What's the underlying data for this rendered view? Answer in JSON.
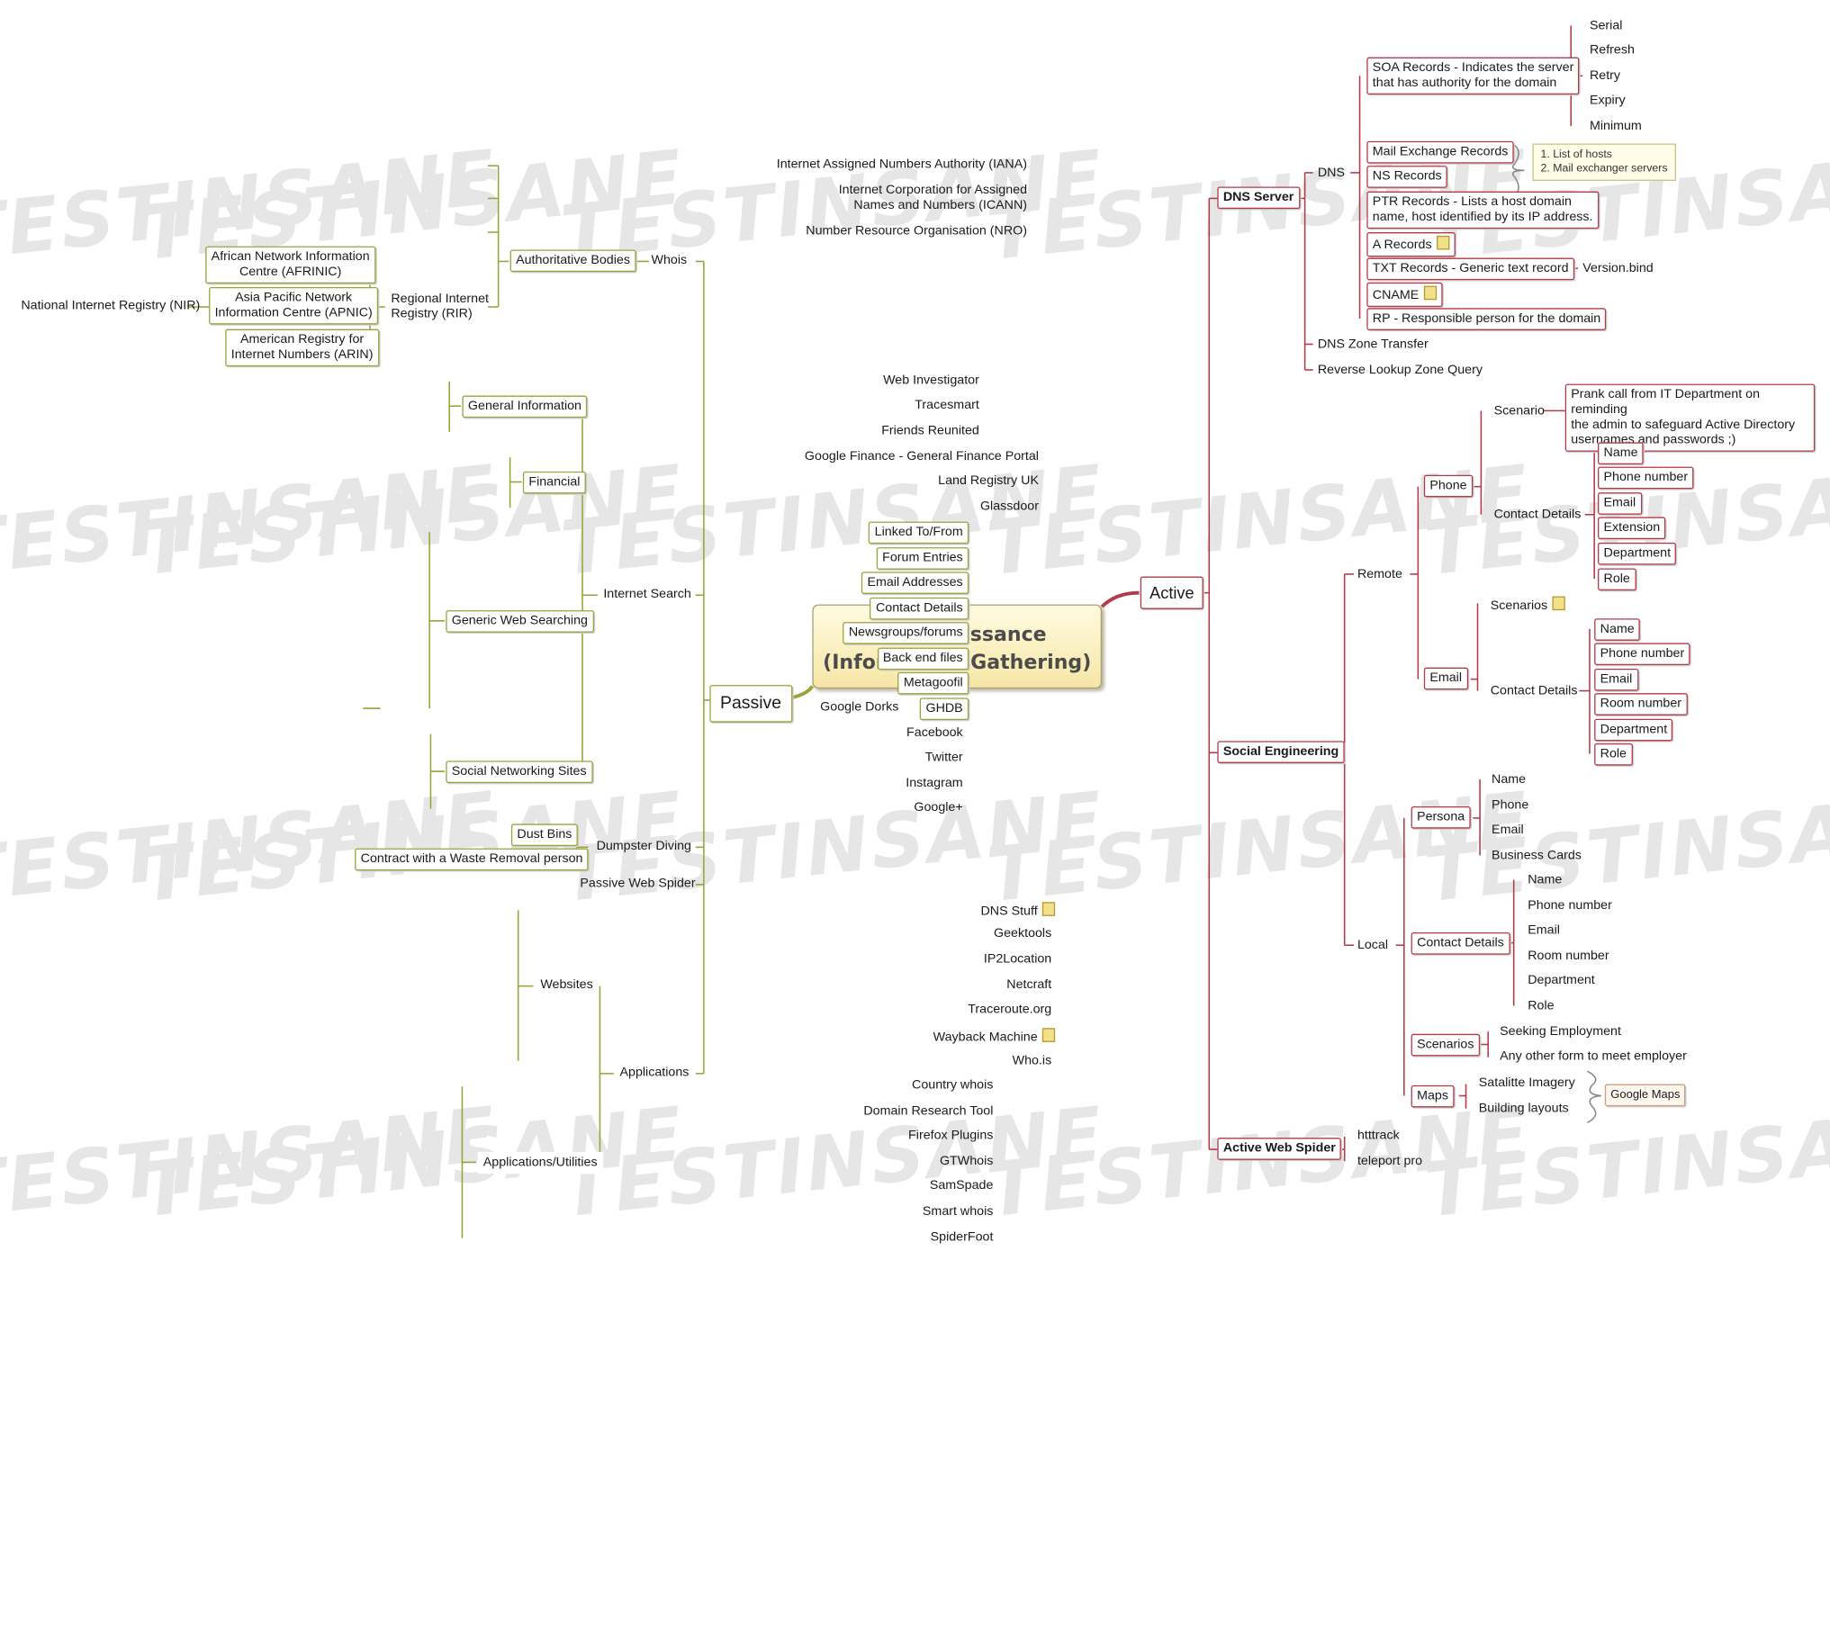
{
  "central": {
    "line1": "Reconnaissance",
    "line2": "(Information Gathering)"
  },
  "watermark": "TESTINSANE",
  "colors": {
    "passive": "#9aa23a",
    "active": "#b23a48"
  },
  "passive": {
    "label": "Passive",
    "whois": {
      "label": "Whois",
      "authoritative": "Authoritative Bodies",
      "iana": "Internet Assigned Numbers Authority (IANA)",
      "icann1": "Internet Corporation for Assigned",
      "icann2": "Names and Numbers (ICANN)",
      "nro": "Number Resource Organisation (NRO)",
      "rir1": "Regional Internet",
      "rir2": "Registry (RIR)",
      "afrinic1": "African Network Information",
      "afrinic2": "Centre (AFRINIC)",
      "apnic1": "Asia Pacific Network",
      "apnic2": "Information Centre (APNIC)",
      "arin1": "American Registry for",
      "arin2": "Internet Numbers (ARIN)",
      "nir": "National Internet Registry (NIR)"
    },
    "internet_search": {
      "label": "Internet Search",
      "general": "General Information",
      "web_investigator": "Web Investigator",
      "tracesmart": "Tracesmart",
      "friends": "Friends Reunited",
      "financial": "Financial",
      "google_finance": "Google Finance - General Finance Portal",
      "land_registry": "Land Registry UK",
      "glassdoor": "Glassdoor",
      "generic": "Generic Web Searching",
      "linked": "Linked To/From",
      "forum": "Forum Entries",
      "email": "Email Addresses",
      "contact": "Contact Details",
      "news": "Newsgroups/forums",
      "backend": "Back end files",
      "metagoofil": "Metagoofil",
      "ghdb": "GHDB",
      "dorks": "Google Dorks",
      "social": "Social Networking Sites",
      "facebook": "Facebook",
      "twitter": "Twitter",
      "instagram": "Instagram",
      "gplus": "Google+"
    },
    "dumpster": {
      "label": "Dumpster Diving",
      "bins": "Dust Bins",
      "contract": "Contract with a Waste Removal person"
    },
    "spider": "Passive Web Spider",
    "applications": {
      "label": "Applications",
      "websites": "Websites",
      "dns_stuff": "DNS Stuff",
      "geektools": "Geektools",
      "ip2location": "IP2Location",
      "netcraft": "Netcraft",
      "traceroute": "Traceroute.org",
      "wayback": "Wayback Machine",
      "whois_is": "Who.is",
      "utilities": "Applications/Utilities",
      "country_whois": "Country whois",
      "domain_research": "Domain Research Tool",
      "firefox": "Firefox Plugins",
      "gtwhois": "GTWhois",
      "samspade": "SamSpade",
      "smart_whois": "Smart whois",
      "spiderfoot": "SpiderFoot"
    }
  },
  "active": {
    "label": "Active",
    "dns_server": {
      "label": "DNS Server",
      "dns": "DNS",
      "soa1": "SOA Records - Indicates the server",
      "soa2": "that has authority for the domain",
      "serial": "Serial",
      "refresh": "Refresh",
      "retry": "Retry",
      "expiry": "Expiry",
      "minimum": "Minimum",
      "mx": "Mail Exchange Records",
      "ns": "NS Records",
      "tip1": "1. List of hosts",
      "tip2": "2. Mail exchanger servers",
      "ptr1": "PTR Records - Lists a host domain",
      "ptr2": "name, host identified by its IP address.",
      "a": "A Records",
      "txt": "TXT Records - Generic text record",
      "version": "Version.bind",
      "cname": "CNAME",
      "rp": "RP - Responsible person for the domain",
      "zone_transfer": "DNS Zone Transfer",
      "reverse": "Reverse Lookup Zone Query"
    },
    "social": {
      "label": "Social Engineering",
      "remote": "Remote",
      "phone": "Phone",
      "scenario": "Scenario",
      "prank1": "Prank call from  IT Department on reminding",
      "prank2": "the admin to safeguard Active Directory",
      "prank3": "usernames and passwords ;)",
      "contact_details": "Contact Details",
      "name": "Name",
      "phone_number": "Phone number",
      "email": "Email",
      "extension": "Extension",
      "department": "Department",
      "role": "Role",
      "email_branch": "Email",
      "scenarios": "Scenarios",
      "room_number": "Room number",
      "local": "Local",
      "persona": "Persona",
      "phone_plain": "Phone",
      "business_cards": "Business Cards",
      "seeking": "Seeking Employment",
      "any_other": "Any other form to meet employer",
      "maps": "Maps",
      "satellite": "Satalitte Imagery",
      "building": "Building layouts",
      "google_maps": "Google Maps"
    },
    "web_spider": {
      "label": "Active Web Spider",
      "htttrack": "htttrack",
      "teleport": "teleport pro"
    }
  }
}
